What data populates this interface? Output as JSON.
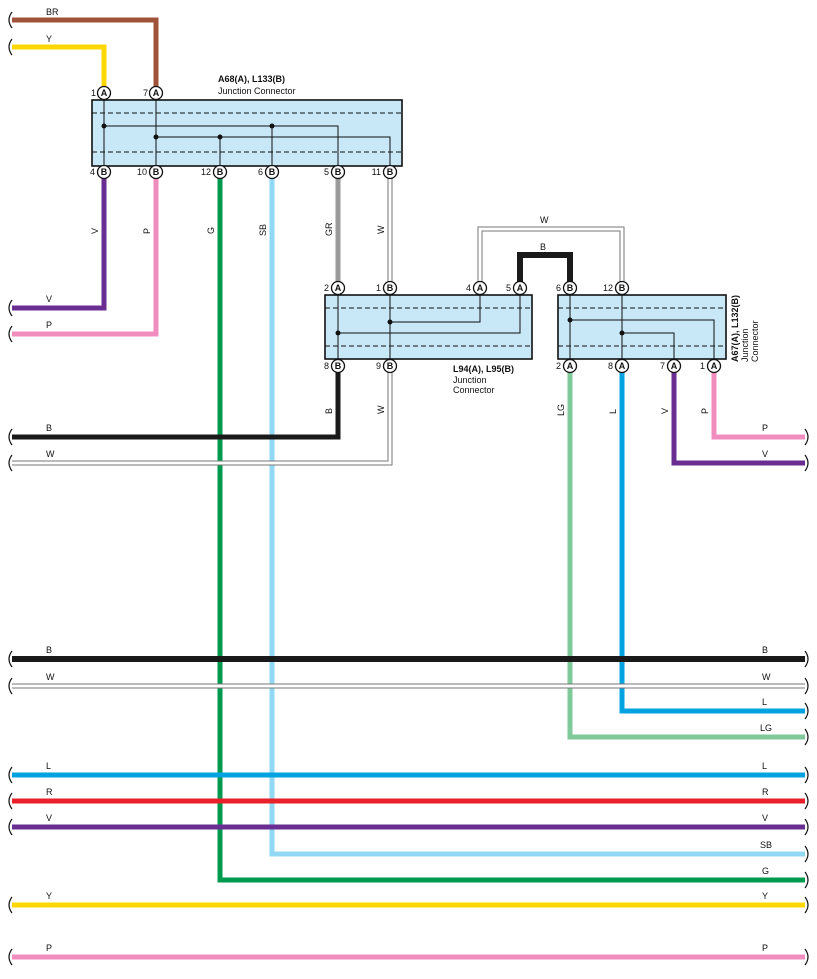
{
  "colors": {
    "BR": "#a0523a",
    "Y": "#ffd700",
    "V": "#6a2d91",
    "P": "#f08cbe",
    "G": "#009a4e",
    "SB": "#90d8f4",
    "GR": "#9a9a9a",
    "W": "#ffffff",
    "B": "#1a1a1a",
    "LG": "#7fc99a",
    "L": "#00a3e0",
    "R": "#e8202a",
    "connector_fill": "#c8e8f8"
  },
  "connectors": {
    "c1": {
      "title": "A68(A), L133(B)",
      "subtitle": "Junction Connector"
    },
    "c2": {
      "title": "L94(A), L95(B)",
      "subtitle1": "Junction",
      "subtitle2": "Connector"
    },
    "c3": {
      "title": "A67(A), L132(B)",
      "subtitle1": "Junction",
      "subtitle2": "Connector"
    }
  },
  "pins": {
    "c1_top": [
      {
        "num": "1",
        "letter": "A"
      },
      {
        "num": "7",
        "letter": "A"
      }
    ],
    "c1_bottom": [
      {
        "num": "4",
        "letter": "B"
      },
      {
        "num": "10",
        "letter": "B"
      },
      {
        "num": "12",
        "letter": "B"
      },
      {
        "num": "6",
        "letter": "B"
      },
      {
        "num": "5",
        "letter": "B"
      },
      {
        "num": "11",
        "letter": "B"
      }
    ],
    "c2_top": [
      {
        "num": "2",
        "letter": "A"
      },
      {
        "num": "1",
        "letter": "B"
      },
      {
        "num": "4",
        "letter": "A"
      },
      {
        "num": "5",
        "letter": "A"
      }
    ],
    "c2_bottom": [
      {
        "num": "8",
        "letter": "B"
      },
      {
        "num": "9",
        "letter": "B"
      }
    ],
    "c3_top": [
      {
        "num": "6",
        "letter": "B"
      },
      {
        "num": "12",
        "letter": "B"
      }
    ],
    "c3_bottom": [
      {
        "num": "2",
        "letter": "A"
      },
      {
        "num": "8",
        "letter": "A"
      },
      {
        "num": "7",
        "letter": "A"
      },
      {
        "num": "1",
        "letter": "A"
      }
    ]
  },
  "wire_labels": {
    "top_br": "BR",
    "top_y": "Y",
    "c1_v": "V",
    "c1_p": "P",
    "c1_g": "G",
    "c1_sb": "SB",
    "c1_gr": "GR",
    "c1_w": "W",
    "left_v": "V",
    "left_p": "P",
    "jump_w": "W",
    "jump_b": "B",
    "c2_b": "B",
    "c2_w": "W",
    "left_b": "B",
    "left_w": "W",
    "c3_lg": "LG",
    "c3_l": "L",
    "c3_v": "V",
    "c3_p": "P",
    "right_p": "P",
    "right_v": "V",
    "bus_b_left": "B",
    "bus_b_right": "B",
    "bus_w_left": "W",
    "bus_w_right": "W",
    "bus_l_right_top": "L",
    "bus_lg_right": "LG",
    "bus_l_left": "L",
    "bus_l_right": "L",
    "bus_r_left": "R",
    "bus_r_right": "R",
    "bus_v_left": "V",
    "bus_v_right": "V",
    "bus_sb_right": "SB",
    "bus_g_right": "G",
    "bus_y_left": "Y",
    "bus_y_right": "Y",
    "bus_p_left": "P",
    "bus_p_right": "P"
  }
}
